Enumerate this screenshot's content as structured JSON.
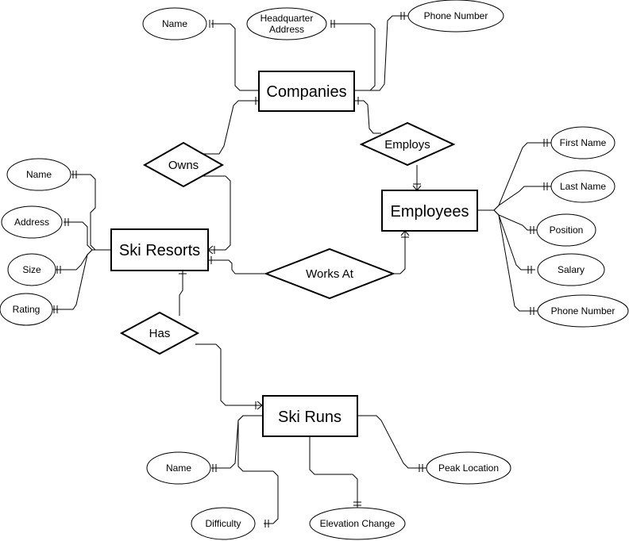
{
  "entities": {
    "companies": "Companies",
    "employees": "Employees",
    "ski_resorts": "Ski Resorts",
    "ski_runs": "Ski Runs"
  },
  "relationships": {
    "owns": "Owns",
    "employs": "Employs",
    "works_at": "Works At",
    "has": "Has"
  },
  "attributes": {
    "companies": {
      "name": "Name",
      "hq_line1": "Headquarter",
      "hq_line2": "Address",
      "phone": "Phone Number"
    },
    "employees": {
      "first_name": "First Name",
      "last_name": "Last Name",
      "position": "Position",
      "salary": "Salary",
      "phone": "Phone Number"
    },
    "ski_resorts": {
      "name": "Name",
      "address": "Address",
      "size": "Size",
      "rating": "Rating"
    },
    "ski_runs": {
      "name": "Name",
      "difficulty": "Difficulty",
      "elevation": "Elevation Change",
      "peak": "Peak Location"
    }
  }
}
